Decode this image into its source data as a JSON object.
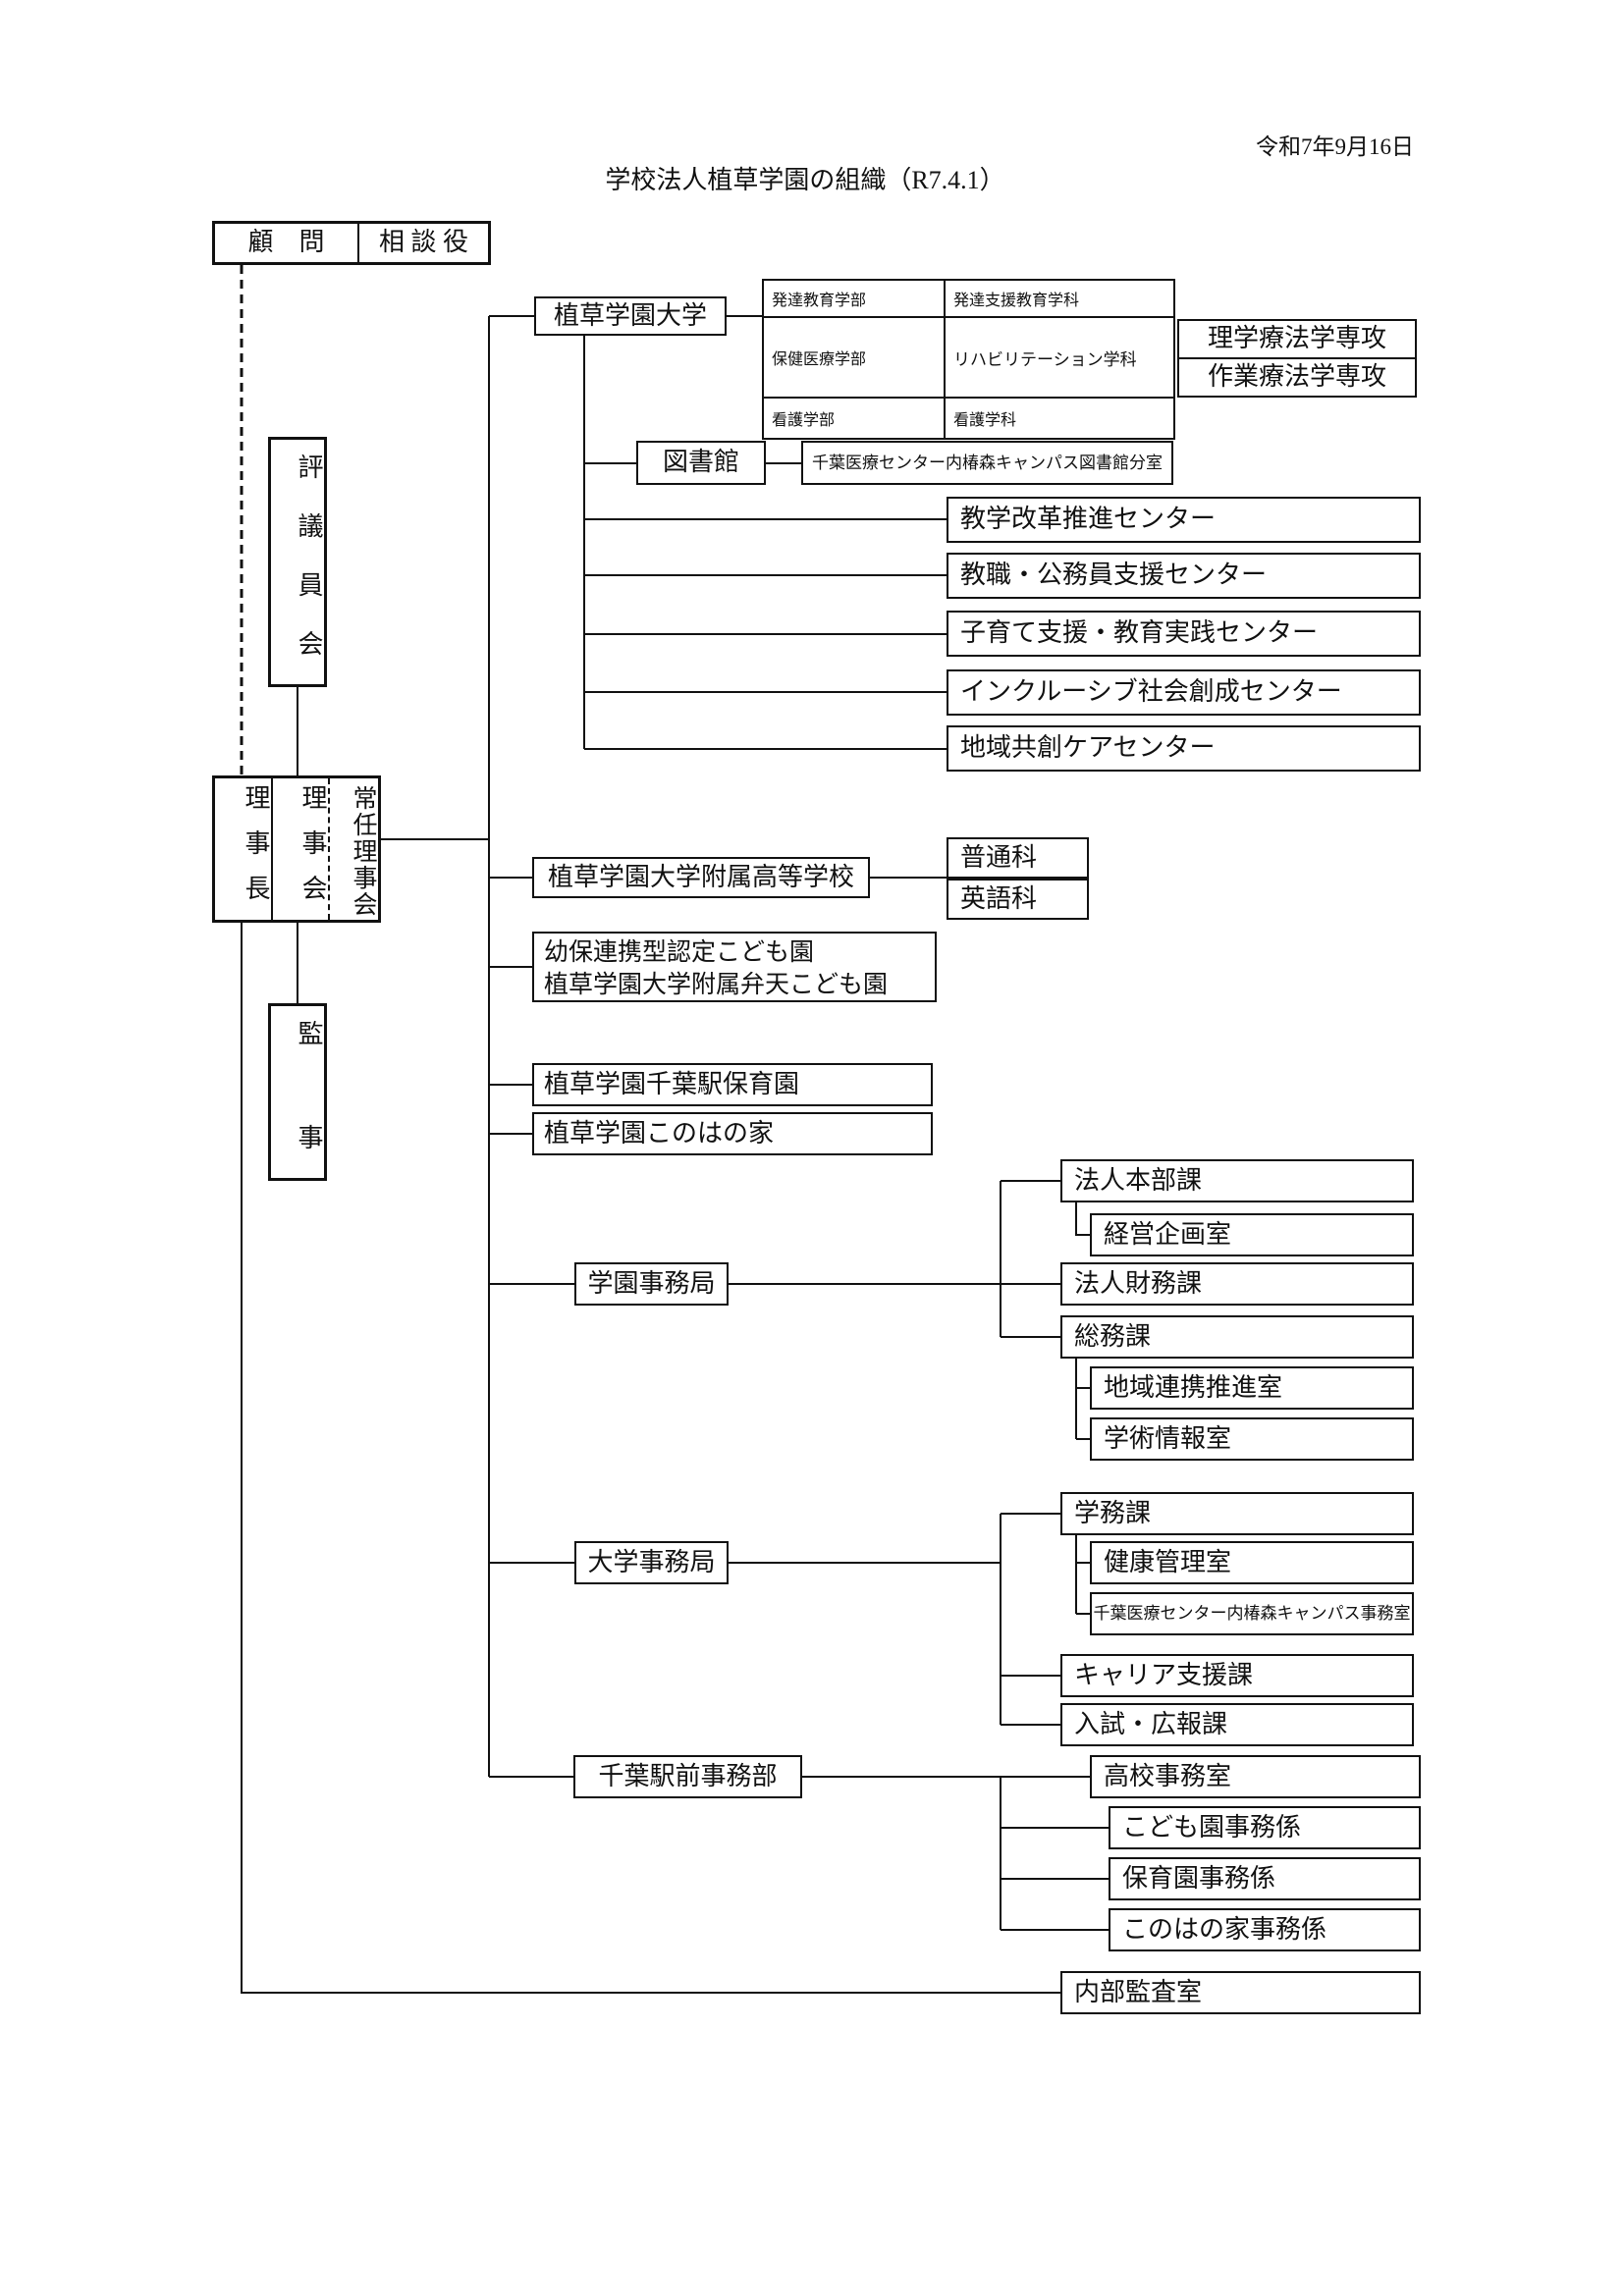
{
  "meta": {
    "date": "令和7年9月16日",
    "title": "学校法人植草学園の組織（R7.4.1）"
  },
  "governance": {
    "advisor": "顧　問",
    "counselor": "相 談 役",
    "council": "評議員会",
    "chairman": "理事長",
    "board": "理事会",
    "standing_board": "常任理事会",
    "auditor": "監事"
  },
  "university": {
    "name": "植草学園大学",
    "faculties": [
      {
        "name": "発達教育学部",
        "department": "発達支援教育学科"
      },
      {
        "name": "保健医療学部",
        "department": "リハビリテーション学科",
        "majors": [
          "理学療法学専攻",
          "作業療法学専攻"
        ]
      },
      {
        "name": "看護学部",
        "department": "看護学科"
      }
    ],
    "library": "図書館",
    "library_branch": "千葉医療センター内椿森キャンパス図書館分室",
    "centers": [
      "教学改革推進センター",
      "教職・公務員支援センター",
      "子育て支援・教育実践センター",
      "インクルーシブ社会創成センター",
      "地域共創ケアセンター"
    ]
  },
  "schools": {
    "high_school": {
      "name": "植草学園大学附属高等学校",
      "courses": [
        "普通科",
        "英語科"
      ]
    },
    "kindergarten": {
      "line1": "幼保連携型認定こども園",
      "line2": "植草学園大学附属弁天こども園"
    },
    "nursery": "植草学園千葉駅保育園",
    "konohanoie": "植草学園このはの家"
  },
  "gakuen_jimukyoku": {
    "name": "学園事務局",
    "units": [
      {
        "name": "法人本部課",
        "subunits": [
          "経営企画室"
        ]
      },
      {
        "name": "法人財務課",
        "subunits": []
      },
      {
        "name": "総務課",
        "subunits": [
          "地域連携推進室",
          "学術情報室"
        ]
      }
    ]
  },
  "daigaku_jimukyoku": {
    "name": "大学事務局",
    "units": [
      {
        "name": "学務課",
        "subunits": [
          "健康管理室",
          "千葉医療センター内椿森キャンパス事務室"
        ]
      },
      {
        "name": "キャリア支援課",
        "subunits": []
      },
      {
        "name": "入試・広報課",
        "subunits": []
      }
    ]
  },
  "ekimae_jimubu": {
    "name": "千葉駅前事務部",
    "units": [
      "高校事務室",
      "こども園事務係",
      "保育園事務係",
      "このはの家事務係"
    ]
  },
  "internal_audit": "内部監査室"
}
